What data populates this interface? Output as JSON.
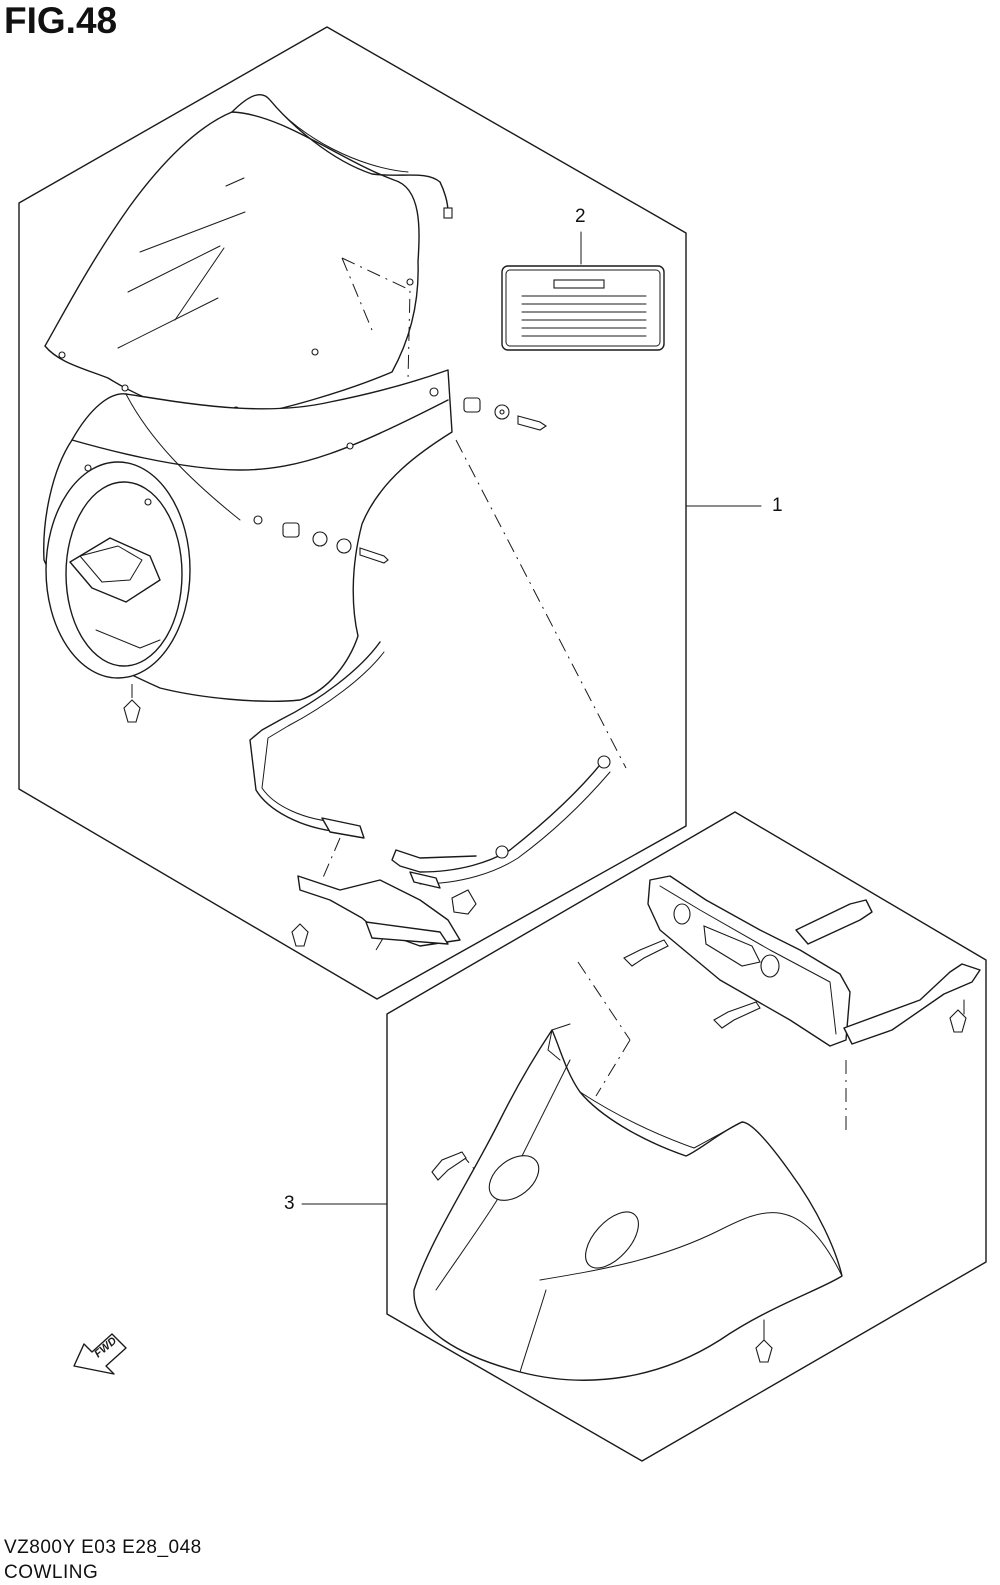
{
  "figure": {
    "title": "FIG.48",
    "model_code": "VZ800Y E03 E28_048",
    "caption": "COWLING"
  },
  "callouts": [
    {
      "id": "1",
      "label": "1"
    },
    {
      "id": "2",
      "label": "2"
    },
    {
      "id": "3",
      "label": "3"
    }
  ],
  "fwd_arrow": {
    "label": "FWD"
  }
}
